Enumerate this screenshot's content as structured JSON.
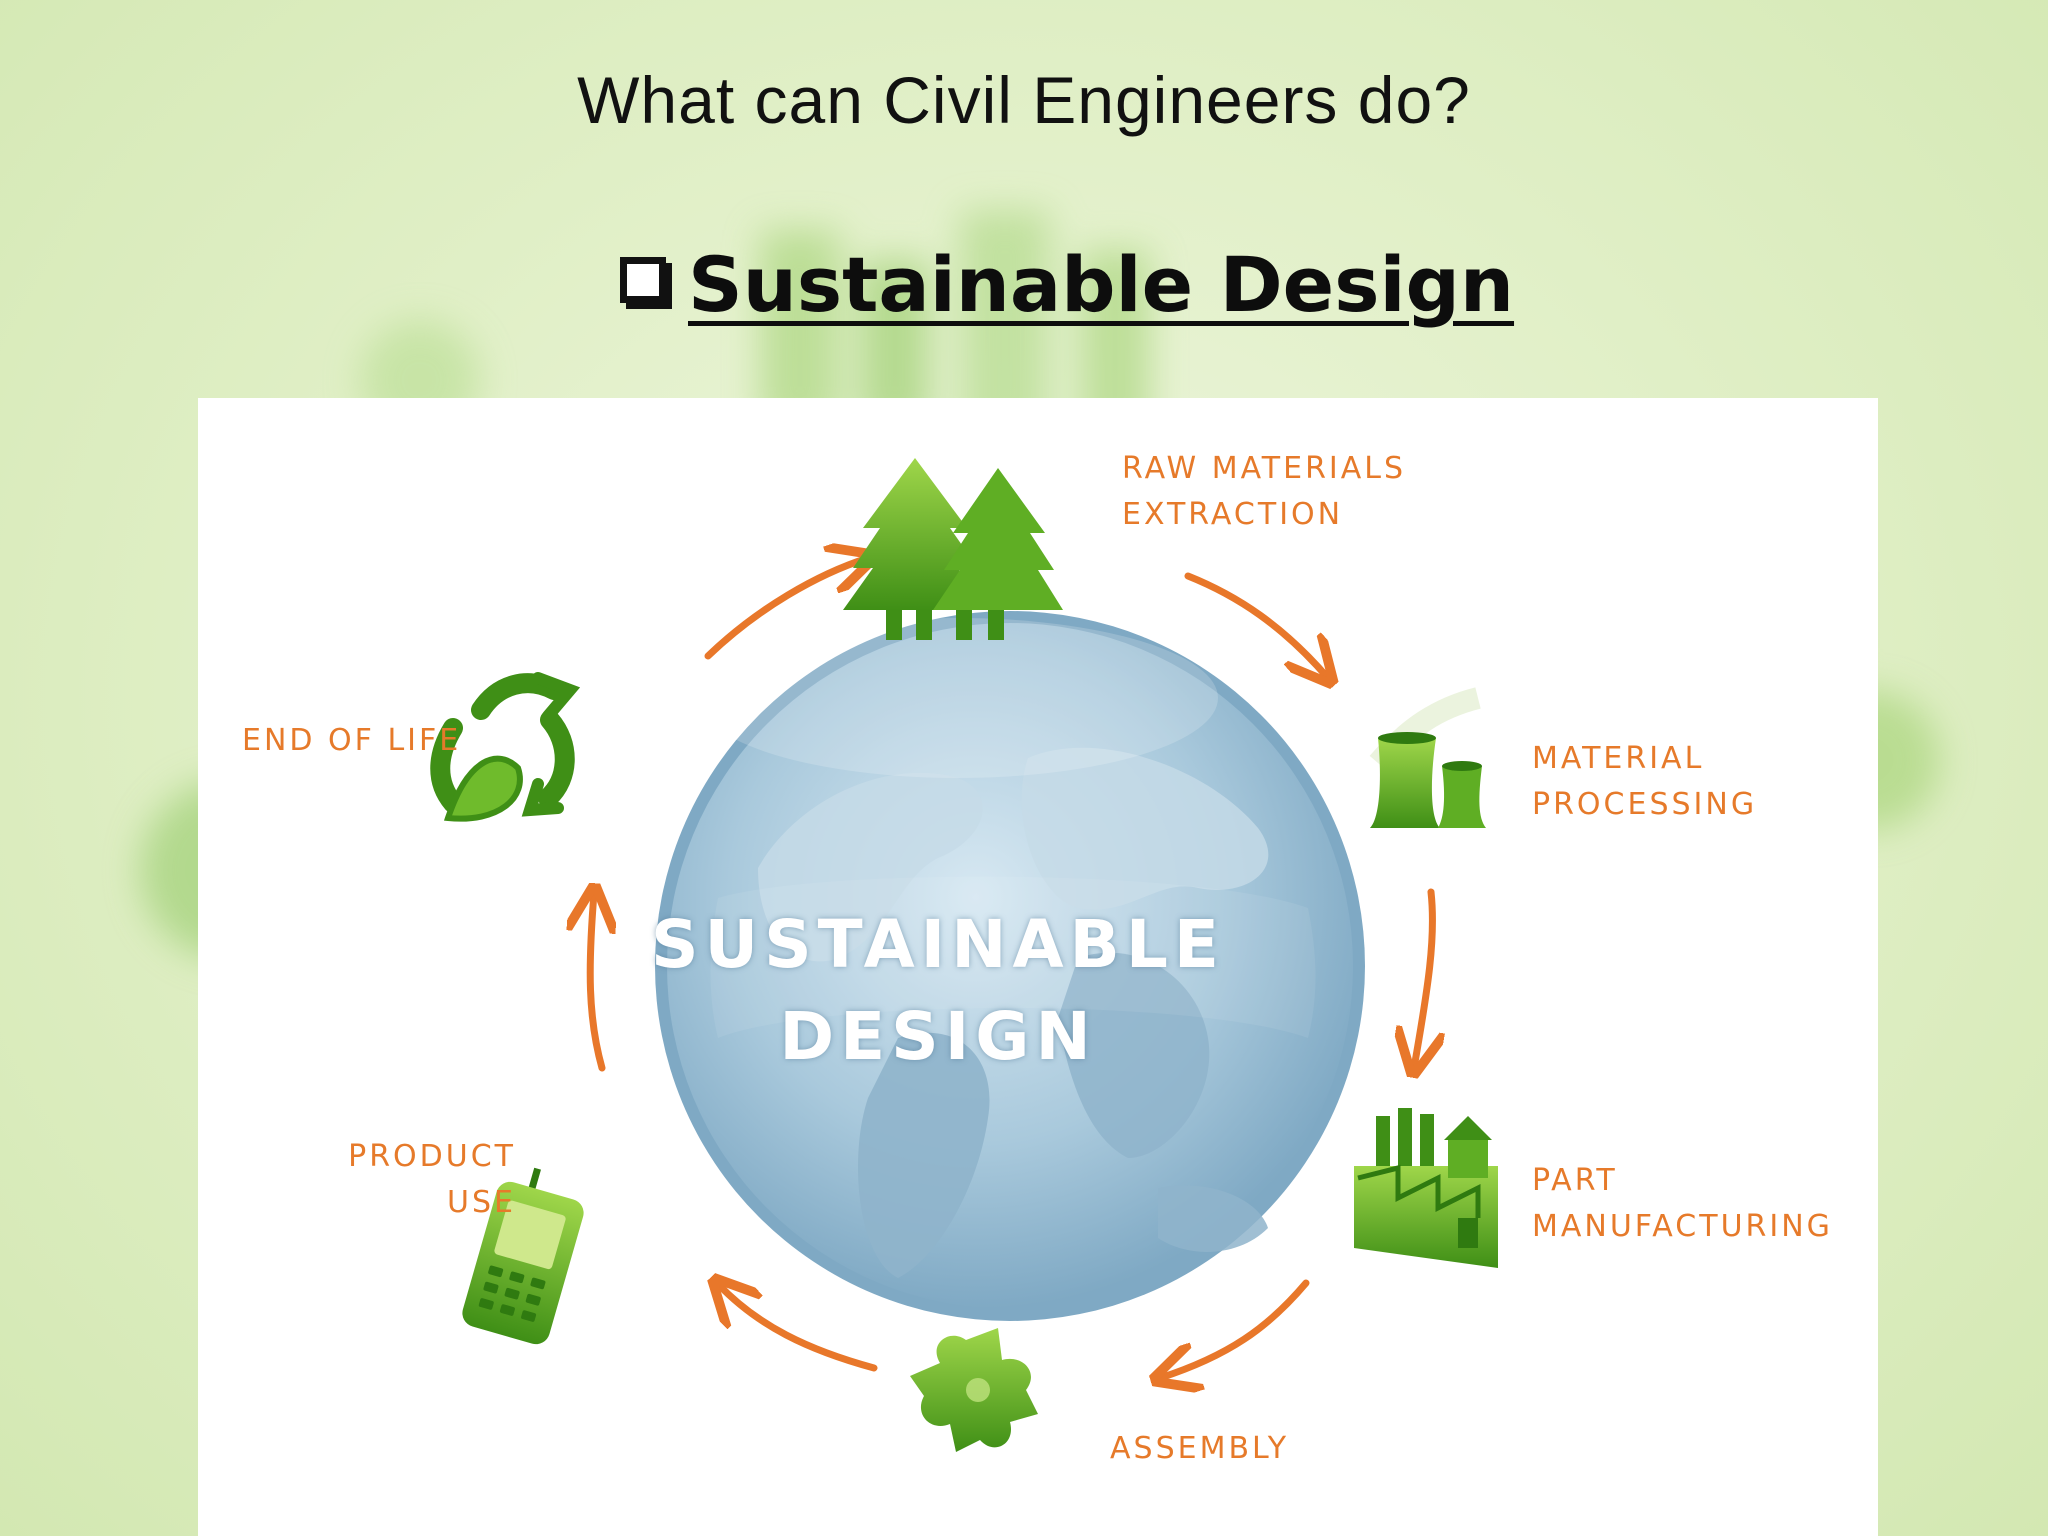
{
  "slide": {
    "title": "What can Civil Engineers do?",
    "heading": "Sustainable Design"
  },
  "diagram": {
    "center_text_line1": "SUSTAINABLE",
    "center_text_line2": "DESIGN",
    "stages": {
      "raw_materials": {
        "line1": "RAW MATERIALS",
        "line2": "EXTRACTION",
        "icon": "trees-icon"
      },
      "material_processing": {
        "line1": "MATERIAL",
        "line2": "PROCESSING",
        "icon": "cooling-towers-icon"
      },
      "part_manufacturing": {
        "line1": "PART",
        "line2": "MANUFACTURING",
        "icon": "factory-icon"
      },
      "assembly": {
        "line1": "ASSEMBLY",
        "icon": "puzzle-piece-icon"
      },
      "product_use": {
        "line1": "PRODUCT",
        "line2": "USE",
        "icon": "mobile-phone-icon"
      },
      "end_of_life": {
        "line1": "END OF LIFE",
        "icon": "recycle-leaf-icon"
      }
    },
    "colors": {
      "arrow": "#e8772a",
      "label": "#e67a2a",
      "icon_green": "#4a9a1e",
      "globe": "#a9c9dc"
    }
  }
}
